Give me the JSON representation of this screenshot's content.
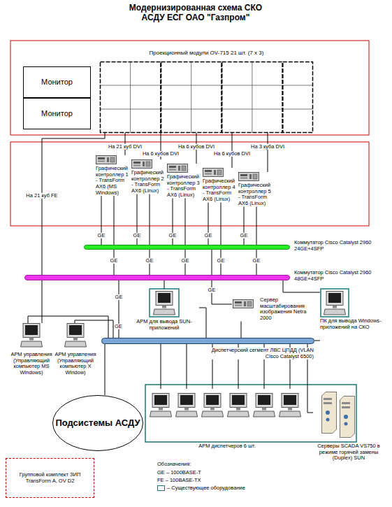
{
  "diagram": {
    "title": "Модернизированная схема СКО АСДУ ЕСГ ОАО \"Газпром\"",
    "nodes": [
      {
        "text": [
          "Проекционный модули OV-715 21 шт. (7 х 3)"
        ]
      },
      {
        "text": [
          "Монитор"
        ]
      },
      {
        "text": [
          "Монитор"
        ]
      },
      {
        "text": [
          "Графический контроллер 1 - TransForm AX6 (MS Windows)"
        ]
      },
      {
        "text": [
          "Графический контроллер 2 - TransForm AX6 (Linux)"
        ]
      },
      {
        "text": [
          "Графический контроллер 3 - TransForm AX6 (Linux)"
        ]
      },
      {
        "text": [
          "Графический контроллер 4 - TransForm AX6 (Linux)"
        ]
      },
      {
        "text": [
          "Графический контроллер 5 - TransForm AX6 (Linux)"
        ]
      },
      {
        "text": [
          "Коммутатор Cisco Catalyst 2960 24GE+4SFP"
        ]
      },
      {
        "text": [
          "Коммутатор Cisco Catalyst 2960 48GE+4SFP"
        ]
      },
      {
        "text": [
          "АРМ для вывода SUN-приложений"
        ]
      },
      {
        "text": [
          "Сервер масштабирования изображения Netra 2000"
        ]
      },
      {
        "text": [
          "ПК для вывода Windows-приложений на СКО"
        ]
      },
      {
        "text": [
          "АРМ управления (Управляющий компьютер MS Windows)"
        ]
      },
      {
        "text": [
          "АРМ управления (Управляющий компьютер X Window)"
        ]
      },
      {
        "text": [
          "Диспетчерский сегмент ЛВС ЦПДД (VLAN Cisco Catalyst 6500)"
        ]
      },
      {
        "text": [
          "Подсистемы АСДУ"
        ]
      },
      {
        "text": [
          "АРМ диспетчеров 6 шт."
        ]
      },
      {
        "text": [
          "Серверы SCADA VS750 в режиме горячей замены (Duplex) SUN"
        ]
      },
      {
        "text": [
          "Групповой комплект ЗИП TransForm A, OV D2"
        ]
      }
    ],
    "edges": [
      {
        "from": 3,
        "to": 0,
        "label": "На 21 куб DVI",
        "arrow": "none"
      },
      {
        "from": 4,
        "to": 0,
        "label": "На 6 кубов DVI",
        "arrow": "none"
      },
      {
        "from": 5,
        "to": 0,
        "label": "На 6 кубов DVI",
        "arrow": "none"
      },
      {
        "from": 6,
        "to": 0,
        "label": "На 6 кубов DVI",
        "arrow": "none"
      },
      {
        "from": 7,
        "to": 0,
        "label": "На 3 куба DVI",
        "arrow": "none"
      },
      {
        "from": 13,
        "to": 0,
        "label": "На 21 куб FE",
        "arrow": "none"
      },
      {
        "from": 3,
        "to": 8,
        "label": "GE",
        "arrow": "none"
      },
      {
        "from": 4,
        "to": 8,
        "label": "GE",
        "arrow": "none"
      },
      {
        "from": 5,
        "to": 8,
        "label": "GE",
        "arrow": "none"
      },
      {
        "from": 6,
        "to": 8,
        "label": "GE",
        "arrow": "none"
      },
      {
        "from": 7,
        "to": 8,
        "label": "GE",
        "arrow": "none"
      },
      {
        "from": 3,
        "to": 9,
        "label": "GE",
        "arrow": "none"
      },
      {
        "from": 4,
        "to": 9,
        "label": "GE",
        "arrow": "none"
      },
      {
        "from": 5,
        "to": 9,
        "label": "GE",
        "arrow": "none"
      },
      {
        "from": 6,
        "to": 9,
        "label": "GE",
        "arrow": "none"
      },
      {
        "from": 7,
        "to": 9,
        "label": "GE",
        "arrow": "none"
      },
      {
        "from": 9,
        "to": 15,
        "label": "GE",
        "arrow": "none"
      },
      {
        "from": 8,
        "to": 11,
        "label": "GE",
        "arrow": "none"
      },
      {
        "from": 9,
        "to": 10,
        "arrow": "none"
      },
      {
        "from": 9,
        "to": 12,
        "arrow": "none"
      },
      {
        "from": 10,
        "to": 15,
        "arrow": "none"
      },
      {
        "from": 11,
        "to": 15,
        "arrow": "none"
      },
      {
        "from": 12,
        "to": 15,
        "arrow": "none"
      },
      {
        "from": 13,
        "to": 15,
        "arrow": "none"
      },
      {
        "from": 14,
        "to": 15,
        "arrow": "none"
      },
      {
        "from": 15,
        "to": 16,
        "arrow": "none"
      },
      {
        "from": 15,
        "to": 17,
        "arrow": "none"
      },
      {
        "from": 15,
        "to": 17,
        "arrow": "none"
      },
      {
        "from": 15,
        "to": 17,
        "arrow": "none"
      },
      {
        "from": 15,
        "to": 17,
        "arrow": "none"
      },
      {
        "from": 15,
        "to": 17,
        "arrow": "none"
      },
      {
        "from": 15,
        "to": 17,
        "arrow": "none"
      },
      {
        "from": 15,
        "to": 18,
        "arrow": "none"
      }
    ],
    "labels": [
      "GE",
      "Обозначения:"
    ],
    "legend": [
      {
        "text": "GE – 1000BASE-T"
      },
      {
        "text": "FE – 100BASE-TX"
      },
      {
        "text": "– Существующее оборудование"
      }
    ]
  }
}
